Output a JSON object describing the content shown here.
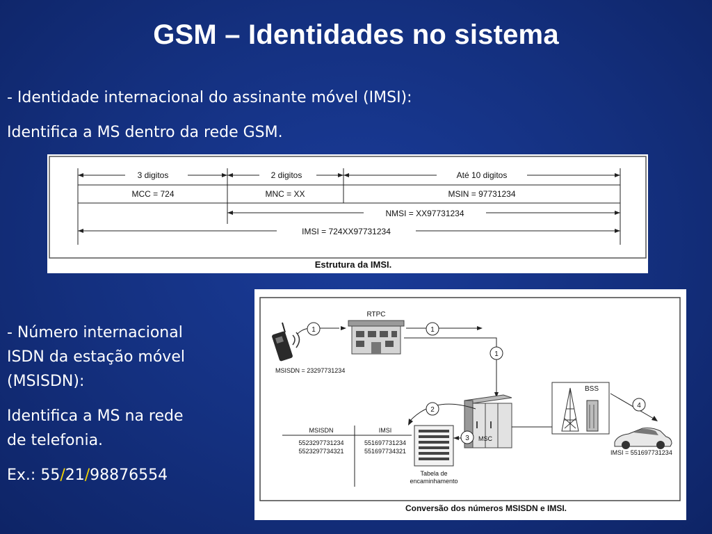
{
  "slide": {
    "title": "GSM – Identidades no sistema",
    "imsi_heading": "- Identidade internacional do assinante móvel (IMSI):",
    "imsi_desc": "Identifica a MS dentro da rede GSM.",
    "msisdn_heading_1": "- Número internacional",
    "msisdn_heading_2": "ISDN da estação móvel",
    "msisdn_heading_3": "(MSISDN):",
    "msisdn_desc_1": "Identifica a MS na rede",
    "msisdn_desc_2": "de telefonia.",
    "example": {
      "prefix": "Ex.: 55",
      "slash1": "/",
      "area": "21",
      "slash2": "/",
      "number": "98876554"
    },
    "accent_color": "#f4d400"
  },
  "imsi_figure": {
    "caption": "Estrutura da IMSI.",
    "span_mcc": "3 digitos",
    "span_mnc": "2 digitos",
    "span_msin": "Até 10 digitos",
    "mcc": "MCC = 724",
    "mnc": "MNC = XX",
    "msin": "MSIN = 97731234",
    "nmsi": "NMSI = XX97731234",
    "imsi": "IMSI = 724XX97731234"
  },
  "msisdn_figure": {
    "caption": "Conversão dos números MSISDN e IMSI.",
    "rtpc": "RTPC",
    "bss": "BSS",
    "msc": "MSC",
    "msisdn_label": "MSISDN = 23297731234",
    "imsi_label": "IMSI = 551697731234",
    "table_label_1": "Tabela de",
    "table_label_2": "encaminhamento",
    "table": {
      "headers": [
        "MSISDN",
        "IMSI"
      ],
      "rows": [
        [
          "5523297731234",
          "551697731234"
        ],
        [
          "5523297734321",
          "551697734321"
        ]
      ]
    },
    "steps": [
      "1",
      "1",
      "1",
      "2",
      "3",
      "4"
    ]
  }
}
